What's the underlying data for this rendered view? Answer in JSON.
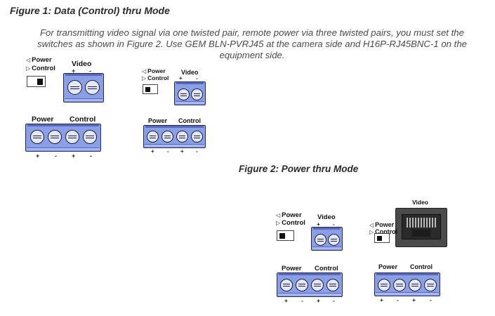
{
  "figure1": {
    "title": "Figure 1: Data (Control) thru Mode",
    "description": [
      "For transmitting video signal via one twisted pair, remote power via three twisted pairs, you must set the",
      "switches as shown in Figure 2. Use GEM BLN-PVRJ45 at the camera side and H16P-RJ45BNC-1 on the",
      "equipment side."
    ]
  },
  "figure2": {
    "title": "Figure 2: Power thru Mode"
  },
  "labels": {
    "power": "Power",
    "control": "Control",
    "video": "Video",
    "plus": "+",
    "minus": "-",
    "left_triangle": "◁",
    "right_triangle": "▷"
  },
  "colors": {
    "terminal": "#8aa0e6",
    "terminal_border": "#2a2a5a",
    "rj45": "#4a4a4a"
  },
  "icons": [
    "slide-switch-icon",
    "screw-terminal-icon",
    "rj45-jack-icon"
  ]
}
